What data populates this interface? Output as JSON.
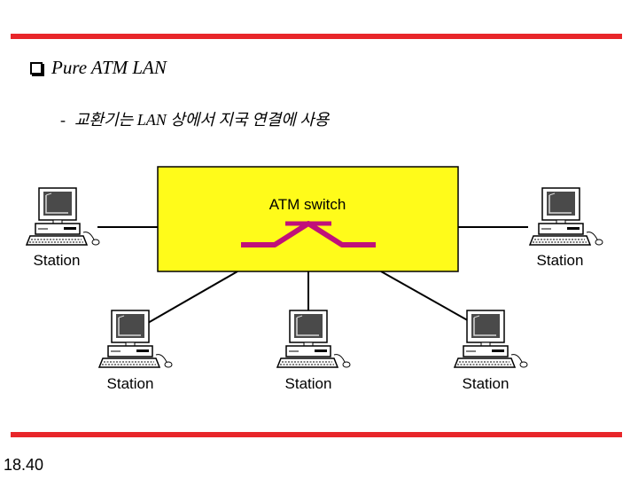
{
  "colors": {
    "rule": "#e8262a",
    "switch_fill": "#fffb1a",
    "switch_path": "#c0107a"
  },
  "heading": {
    "bullet_icon": "hollow-square-bullet-icon",
    "text": "Pure ATM LAN"
  },
  "subheading": {
    "dash": "-",
    "text": "교환기는 LAN 상에서 지국 연결에 사용"
  },
  "diagram": {
    "switch_label": "ATM switch",
    "stations": [
      {
        "label": "Station"
      },
      {
        "label": "Station"
      },
      {
        "label": "Station"
      },
      {
        "label": "Station"
      },
      {
        "label": "Station"
      }
    ]
  },
  "footer": {
    "page_number": "18.40"
  }
}
